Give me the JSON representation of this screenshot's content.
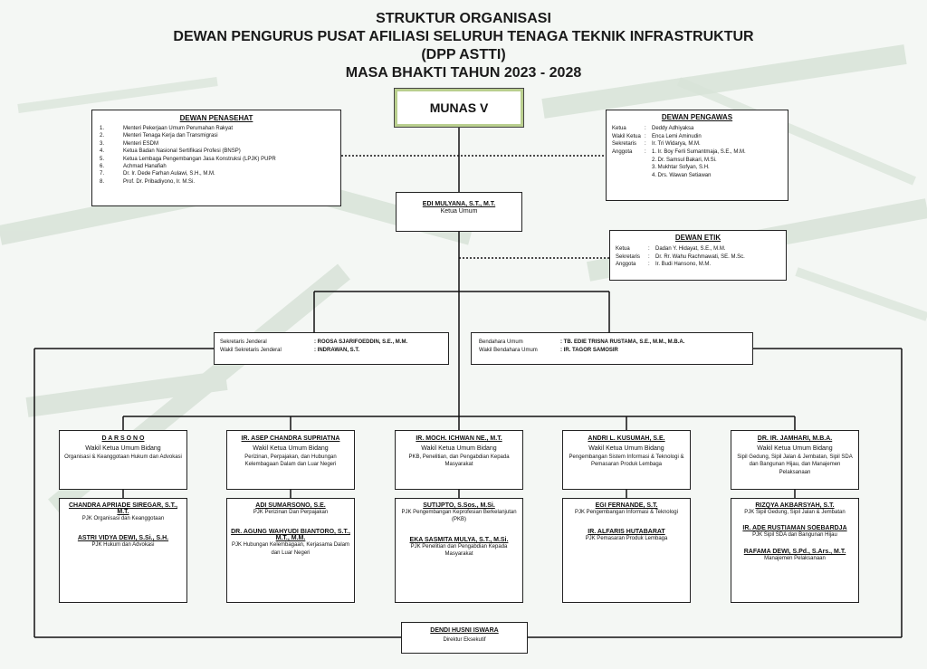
{
  "title": {
    "line1": "STRUKTUR ORGANISASI",
    "line2": "DEWAN PENGURUS PUSAT AFILIASI SELURUH TENAGA TEKNIK INFRASTRUKTUR",
    "line3": "(DPP ASTTI)",
    "line4": "MASA BHAKTI TAHUN 2023 - 2028"
  },
  "munas": "MUNAS V",
  "penasehat": {
    "heading": "DEWAN PENASEHAT",
    "items": [
      {
        "n": "1.",
        "t": "Menteri Pekerjaan Umum Perumahan Rakyat"
      },
      {
        "n": "2.",
        "t": "Menteri Tenaga Kerja dan Transmigrasi"
      },
      {
        "n": "3.",
        "t": "Menteri ESDM"
      },
      {
        "n": "4.",
        "t": "Ketua Badan Nasional Sertifikasi Profesi (BNSP)"
      },
      {
        "n": "5.",
        "t": "Ketua Lembaga Pengembangan Jasa Konstruksi (LPJK) PUPR"
      },
      {
        "n": "6.",
        "t": "Achmad Hanafiah"
      },
      {
        "n": "7.",
        "t": "Dr. Ir. Dede Farhan Aulawi, S.H., M.M."
      },
      {
        "n": "8.",
        "t": "Prof. Dr. Pribadiyono, Ir. M.Si."
      }
    ]
  },
  "pengawas": {
    "heading": "DEWAN PENGAWAS",
    "rows": [
      {
        "k": "Ketua",
        "s": ":",
        "v": "Deddy Adhiyaksa"
      },
      {
        "k": "Wakil Ketua",
        "s": ":",
        "v": "Enca Lemi Aminudin"
      },
      {
        "k": "Sekretaris",
        "s": ":",
        "v": "Ir. Tri Widarya, M.M."
      },
      {
        "k": "Anggota",
        "s": ":",
        "v": "1. Ir. Boy Ferli Sumantmaja, S.E., M.M."
      },
      {
        "k": "",
        "s": "",
        "v": "2. Dr. Samsul Bakari, M.Si."
      },
      {
        "k": "",
        "s": "",
        "v": "3. Mukhtar Sofyan, S.H."
      },
      {
        "k": "",
        "s": "",
        "v": "4. Drs. Wawan Setiawan"
      }
    ]
  },
  "etik": {
    "heading": "DEWAN ETIK",
    "rows": [
      {
        "k": "Ketua",
        "s": ":",
        "v": "Dadan Y. Hidayat, S.E., M.M."
      },
      {
        "k": "Sekretaris",
        "s": ":",
        "v": "Dr. Rr. Wahu Rachmawati, SE. M.Sc."
      },
      {
        "k": "Anggota",
        "s": ":",
        "v": "Ir. Budi Hansono, M.M."
      }
    ]
  },
  "ketum": {
    "name": "EDI MULYANA, S.T., M.T.",
    "role": "Ketua Umum"
  },
  "sekretariat": [
    {
      "k": "Sekretaris Jenderal",
      "v": ": ROOSA SJARIFOEDDIN, S.E., M.M."
    },
    {
      "k": "Wakil Sekretaris Jenderal",
      "v": ": INDRAWAN, S.T."
    }
  ],
  "bendahara": [
    {
      "k": "Bendahara Umum",
      "v": ": TB. EDIE TRISNA RUSTAMA, S.E., M.M., M.B.A."
    },
    {
      "k": "Wakil Bendahara Umum",
      "v": ": IR. TAGOR SAMOSIR"
    }
  ],
  "wakil": [
    {
      "name": "D A R S O N O",
      "role": "Wakil Ketua Umum Bidang",
      "desc": "Organisasi & Keanggotaan Hukum dan Advokasi"
    },
    {
      "name": "IR. ASEP CHANDRA SUPRIATNA",
      "role": "Wakil Ketua Umum Bidang",
      "desc": "Perizinan, Perpajakan, dan Hubungan Kelembagaan Dalam dan Luar Negeri"
    },
    {
      "name": "IR. MOCH. ICHWAN NE., M.T.",
      "role": "Wakil Ketua Umum Bidang",
      "desc": "PKB, Penelitian, dan Pengabdian Kepada Masyarakat"
    },
    {
      "name": "ANDRI L. KUSUMAH, S.E.",
      "role": "Wakil Ketua Umum Bidang",
      "desc": "Pengembangan Sistem Informasi & Teknologi & Pemasaran Produk Lembaga"
    },
    {
      "name": "DR. IR. JAMHARI, M.B.A.",
      "role": "Wakil Ketua Umum Bidang",
      "desc": "Sipil Gedung, Sipil Jalan & Jembatan, Sipil SDA dan Bangunan Hijau, dan Manajemen Pelaksanaan"
    }
  ],
  "pjk": [
    [
      {
        "name": "CHANDRA APRIADE SIREGAR, S.T., M.T.",
        "role": "PJK Organisasi dan Keanggotaan"
      },
      {
        "name": "ASTRI VIDYA DEWI, S.Si., S.H.",
        "role": "PJK Hukum dan Advokasi"
      }
    ],
    [
      {
        "name": "ADI SUMARSONO, S.E.",
        "role": "PJK Perizinan Dan Perpajakan"
      },
      {
        "name": "DR. AGUNG WAHYUDI BIANTORO, S.T., M.T., M.M.",
        "role": "PJK Hubungan Kelembagaan, Kerjasama Dalam dan Luar Negeri"
      }
    ],
    [
      {
        "name": "SUTIJPTO, S.Sos., M.Si.",
        "role": "PJK Pengembangan Keprofesian Berkelanjutan (PKB)"
      },
      {
        "name": "EKA SASMITA MULYA, S.T., M.Si.",
        "role": "PJK Penelitian dan Pengabdian Kepada Masyarakat"
      }
    ],
    [
      {
        "name": "EGI FERNANDE, S.T.",
        "role": "PJK Pengembangan Informasi & Teknologi"
      },
      {
        "name": "IR. ALFARIS HUTABARAT",
        "role": "PJK Pemasaran Produk Lembaga"
      }
    ],
    [
      {
        "name": "RIZQYA AKBARSYAH, S.T.",
        "role": "PJK Sipil Gedung, Sipil Jalan & Jembatan"
      },
      {
        "name": "IR. ADE RUSTIAMAN SOEBARDJA",
        "role": "PJK Sipil SDA dan Bangunan Hijau"
      },
      {
        "name": "RAFAMA DEWI, S.Pd., S.Ars., M.T.",
        "role": "Manajemen Pelaksanaan"
      }
    ]
  ],
  "direktur": {
    "name": "DENDI HUSNI ISWARA",
    "role": "Direktur Eksekutif"
  }
}
